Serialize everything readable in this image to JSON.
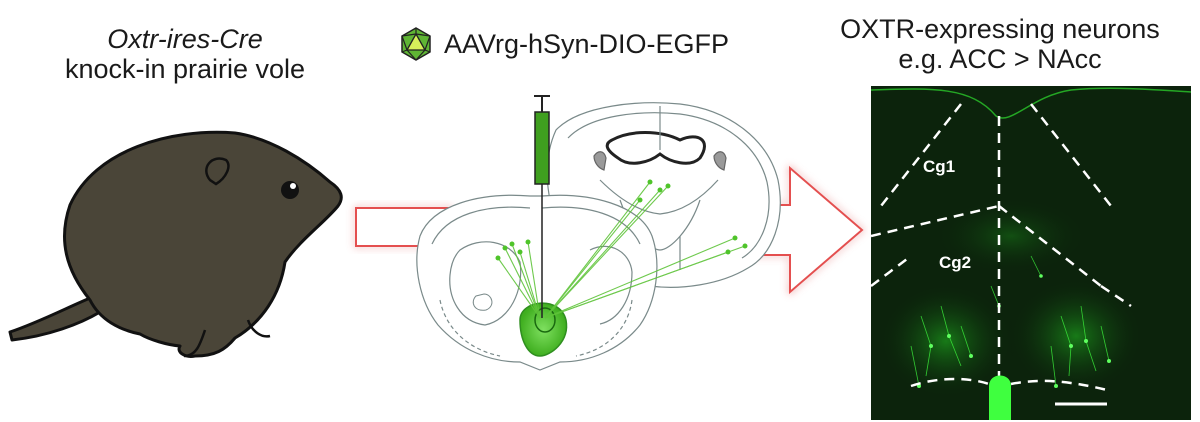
{
  "vole": {
    "line1": "Oxtr-ires-Cre",
    "line2": "knock-in prairie vole"
  },
  "virus": {
    "label": "AAVrg-hSyn-DIO-EGFP"
  },
  "result": {
    "line1": "OXTR-expressing neurons",
    "line2": "e.g. ACC > NAcc"
  },
  "panel": {
    "region1": "Cg1",
    "region2": "Cg2"
  },
  "colors": {
    "vole_fur": "#4a4538",
    "virus_green": "#3f9f1f",
    "fluor_green": "#3fff3f",
    "arrow_glow": "#e45050",
    "atlas_line": "#7a8a8a"
  },
  "icons": [
    "virus-capsid-icon",
    "syringe-icon",
    "scale-bar"
  ]
}
